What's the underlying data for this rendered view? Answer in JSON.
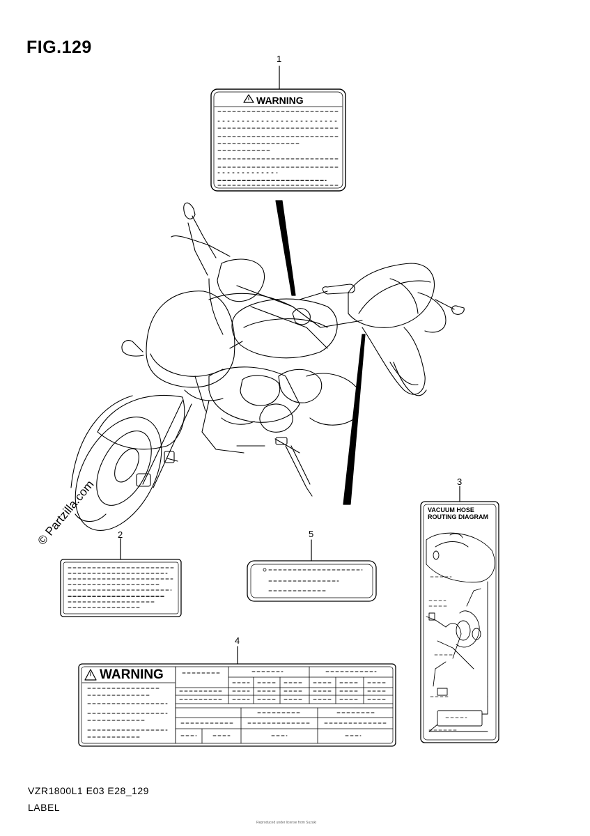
{
  "figure": {
    "title": "FIG.129",
    "model_code": "VZR1800L1 E03 E28_129",
    "section_name": "LABEL"
  },
  "callouts": [
    {
      "number": "1",
      "part": "warning-label"
    },
    {
      "number": "2",
      "part": "blank-label"
    },
    {
      "number": "3",
      "part": "vacuum-hose-routing-label"
    },
    {
      "number": "4",
      "part": "warning-table-label"
    },
    {
      "number": "5",
      "part": "info-label"
    }
  ],
  "labels": {
    "warning_1": "WARNING",
    "warning_4": "WARNING",
    "vacuum_line1": "VACUUM HOSE",
    "vacuum_line2": "ROUTING DIAGRAM"
  },
  "watermark": "© Partzilla.com",
  "copyright": "Reproduced under license from Suzuki"
}
